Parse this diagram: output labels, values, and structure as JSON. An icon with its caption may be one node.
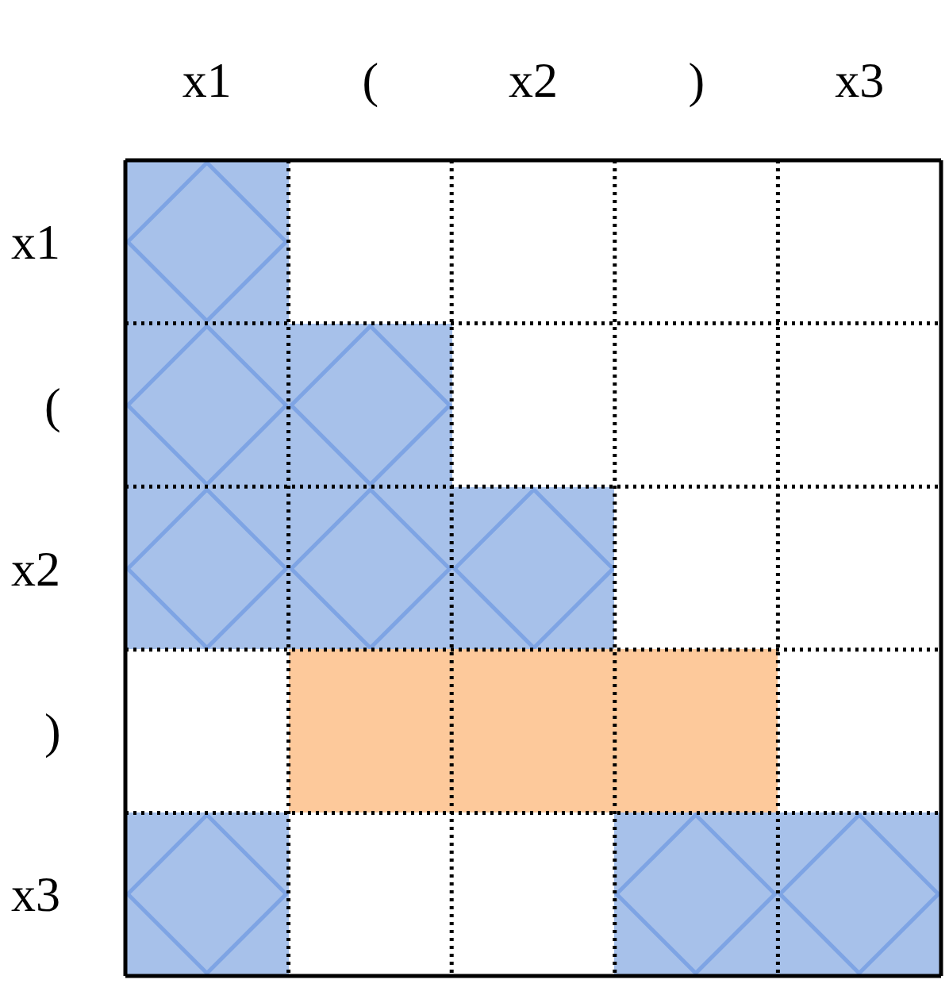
{
  "diagram": {
    "nodes": [
      {
        "text": [],
        "shape": "diamond"
      },
      {
        "text": [],
        "shape": "diamond"
      },
      {
        "text": [],
        "shape": "diamond"
      },
      {
        "text": [],
        "shape": "diamond"
      },
      {
        "text": [],
        "shape": "diamond"
      },
      {
        "text": [],
        "shape": "diamond"
      },
      {
        "text": [],
        "shape": "box"
      },
      {
        "text": [],
        "shape": "box"
      },
      {
        "text": [],
        "shape": "box"
      },
      {
        "text": [],
        "shape": "diamond"
      },
      {
        "text": [],
        "shape": "diamond"
      },
      {
        "text": [],
        "shape": "diamond"
      }
    ],
    "labels": [
      "x1",
      "(",
      "x2",
      ")",
      "x3",
      "x1",
      "(",
      "x2",
      ")",
      "x3"
    ]
  }
}
